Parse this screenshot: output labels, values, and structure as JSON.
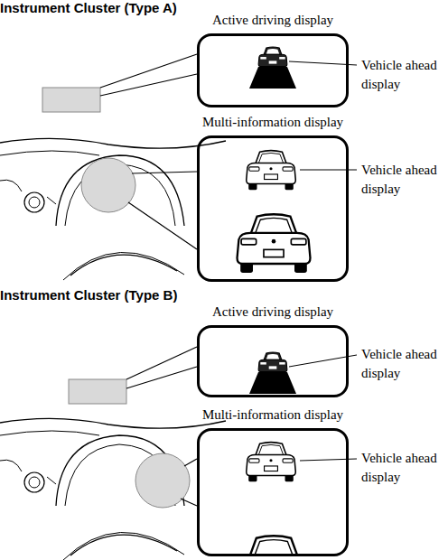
{
  "diagram": {
    "nodes": [
      {
        "text": [
          "Active driving display"
        ]
      },
      {
        "text": [
          "Multi-information display"
        ]
      },
      {
        "text": [
          "Active driving display"
        ]
      },
      {
        "text": [
          "Multi-information display"
        ]
      }
    ],
    "labels": [
      "Instrument Cluster (Type A)",
      "Vehicle ahead display",
      "Vehicle ahead display",
      "Instrument Cluster (Type B)",
      "Vehicle ahead display",
      "Vehicle ahead display"
    ]
  }
}
